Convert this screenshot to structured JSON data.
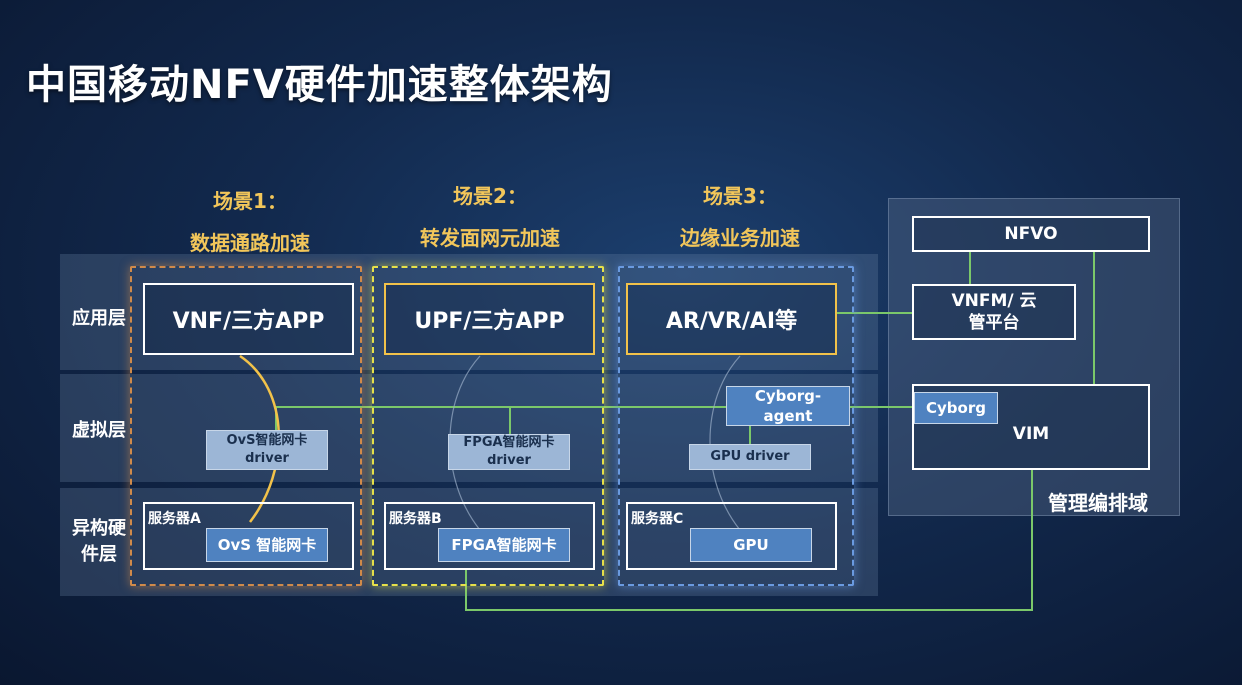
{
  "title": "中国移动NFV硬件加速整体架构",
  "scenarios": [
    {
      "line1": "场景1：",
      "line2": "数据通路加速",
      "app": "VNF/三方APP",
      "driver": "OvS智能网卡 driver",
      "server": "服务器A",
      "hardware": "OvS 智能网卡"
    },
    {
      "line1": "场景2：",
      "line2": "转发面网元加速",
      "app": "UPF/三方APP",
      "driver": "FPGA智能网卡 driver",
      "server": "服务器B",
      "hardware": "FPGA智能网卡"
    },
    {
      "line1": "场景3：",
      "line2": "边缘业务加速",
      "app": "AR/VR/AI等",
      "driver": "GPU driver",
      "server": "服务器C",
      "hardware": "GPU"
    }
  ],
  "layers": {
    "app": "应用层",
    "virtual": "虚拟层",
    "hardware_line1": "异构硬",
    "hardware_line2": "件层"
  },
  "cyborg_agent": "Cyborg-agent",
  "management": {
    "nfvo": "NFVO",
    "vnfm": "VNFM/ 云管平台",
    "cyborg": "Cyborg",
    "vim": "VIM",
    "label": "管理编排域"
  },
  "colors": {
    "scene_text": "#f2c65a",
    "frame1": "#d08a4a",
    "frame2": "#e6e04a",
    "frame3": "#6a9ae0",
    "connector": "#7bc86a",
    "curve": "#f2c24a"
  }
}
